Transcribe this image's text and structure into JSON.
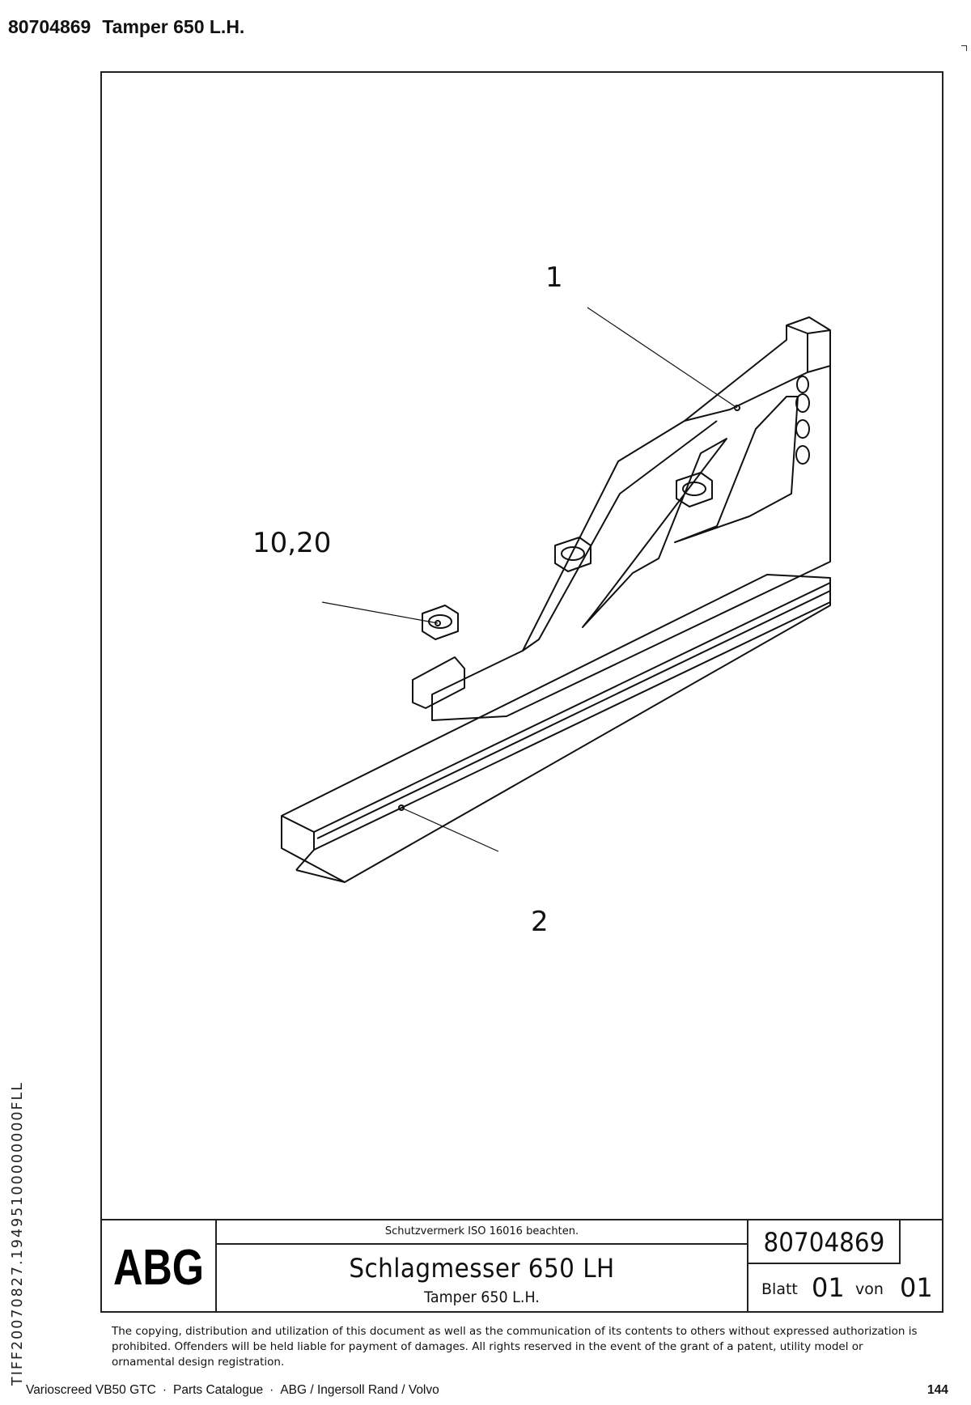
{
  "header": {
    "part_number": "80704869",
    "part_title": "Tamper 650 L.H."
  },
  "callouts": {
    "item_1": "1",
    "item_2": "2",
    "item_3": "10,20"
  },
  "title_block": {
    "logo": "ABG",
    "protection_note": "Schutzvermerk ISO 16016 beachten.",
    "title": "Schlagmesser 650 LH",
    "subtitle": "Tamper 650 L.H.",
    "drawing_number": "80704869",
    "sheet_label": "Blatt",
    "sheet_number": "01",
    "of_label": "von",
    "sheet_total": "01"
  },
  "copyright": "The copying, distribution and utilization of this document as well as the communication of its contents to others without expressed authorization is prohibited. Offenders will be held liable for payment of damages. All rights reserved in the event of the grant of a patent, utility model or ornamental design registration.",
  "side_code": "TIFF20070827.19495100000000FLL",
  "footer": {
    "product": "Varioscreed VB50 GTC",
    "section": "Parts Catalogue",
    "brand": "ABG / Ingersoll Rand / Volvo",
    "page_number": "144"
  }
}
